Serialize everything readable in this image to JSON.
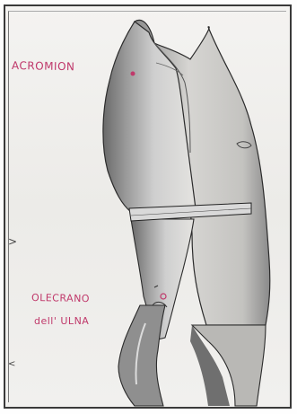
{
  "labels": {
    "acromion": "ACROMION",
    "olecrano_line1": "OLECRANO",
    "olecrano_line2": "dell' ULNA"
  },
  "edge_marks": {
    "left_bracket": ">",
    "left_tick": "<"
  },
  "colors": {
    "annotation": "#c0396b",
    "ink": "#2b2b2b",
    "paper": "#efeeeb"
  }
}
